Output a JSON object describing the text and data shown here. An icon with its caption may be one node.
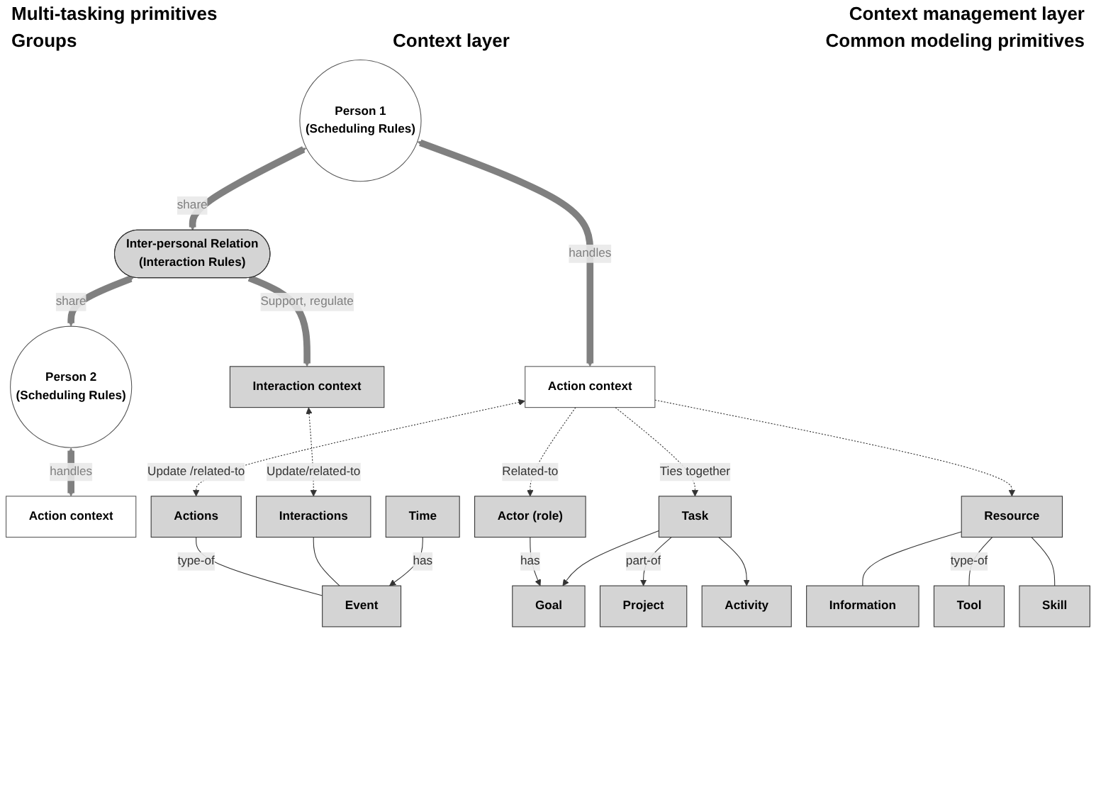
{
  "diagram": {
    "nodes": [
      {
        "text": [
          "Person 1",
          "(Scheduling Rules)"
        ]
      },
      {
        "text": [
          "Inter-personal Relation",
          "(Interaction Rules)"
        ]
      },
      {
        "text": [
          "Person 2",
          "(Scheduling Rules)"
        ]
      },
      {
        "text": [
          "Interaction context"
        ]
      },
      {
        "text": [
          "Action context"
        ]
      },
      {
        "text": [
          "Action context"
        ]
      },
      {
        "text": [
          "Goal"
        ]
      },
      {
        "text": [
          "Task"
        ]
      },
      {
        "text": [
          "Actor (role)"
        ]
      },
      {
        "text": [
          "Resource"
        ]
      },
      {
        "text": [
          "Actions"
        ]
      },
      {
        "text": [
          "Interactions"
        ]
      },
      {
        "text": [
          "Project"
        ]
      },
      {
        "text": [
          "Activity"
        ]
      },
      {
        "text": [
          "Information"
        ]
      },
      {
        "text": [
          "Tool"
        ]
      },
      {
        "text": [
          "Skill"
        ]
      },
      {
        "text": [
          "Event"
        ]
      },
      {
        "text": [
          "Time"
        ]
      }
    ],
    "edges": [
      {
        "from": 0,
        "to": 1,
        "arrow": "both",
        "label": "share",
        "style": "thick",
        "color": "#808080"
      },
      {
        "from": 1,
        "to": 2,
        "arrow": "both",
        "label": "share",
        "style": "thick",
        "color": "#808080"
      },
      {
        "from": 1,
        "to": 3,
        "arrow": "to",
        "label": "Support, regulate",
        "style": "thick",
        "color": "#808080"
      },
      {
        "from": 0,
        "to": 4,
        "arrow": "both",
        "label": "handles",
        "style": "thick",
        "color": "#808080"
      },
      {
        "from": 2,
        "to": 5,
        "arrow": "both",
        "label": "handles",
        "style": "thick",
        "color": "#808080"
      },
      {
        "from": 4,
        "to": 10,
        "arrow": "both",
        "label": "Update /related-to",
        "style": "dashed"
      },
      {
        "from": 3,
        "to": 11,
        "arrow": "both",
        "label": "Update/related-to",
        "style": "dashed"
      },
      {
        "from": 4,
        "to": 7,
        "arrow": "to",
        "label": "Ties together",
        "style": "dashed"
      },
      {
        "from": 4,
        "to": 8,
        "arrow": "to",
        "label": "Related-to",
        "style": "dashed"
      },
      {
        "from": 4,
        "to": 9,
        "arrow": "to",
        "style": "dashed"
      },
      {
        "from": 8,
        "to": 6,
        "arrow": "to",
        "label": "has"
      },
      {
        "from": 7,
        "to": 6,
        "arrow": "to"
      },
      {
        "from": 7,
        "to": 12,
        "arrow": "to",
        "label": "part-of"
      },
      {
        "from": 7,
        "to": 13,
        "arrow": "to"
      },
      {
        "from": 9,
        "to": 14,
        "arrow": "none"
      },
      {
        "from": 9,
        "to": 15,
        "arrow": "none",
        "label": "type-of"
      },
      {
        "from": 9,
        "to": 16,
        "arrow": "none"
      },
      {
        "from": 10,
        "to": 17,
        "arrow": "none",
        "label": "type-of"
      },
      {
        "from": 11,
        "to": 17,
        "arrow": "none"
      },
      {
        "from": 18,
        "to": 17,
        "arrow": "to",
        "label": "has"
      }
    ],
    "labels": [
      "Multi-tasking primitives",
      "Context management layer",
      "Groups",
      "Context layer",
      "Common modeling primitives"
    ]
  }
}
